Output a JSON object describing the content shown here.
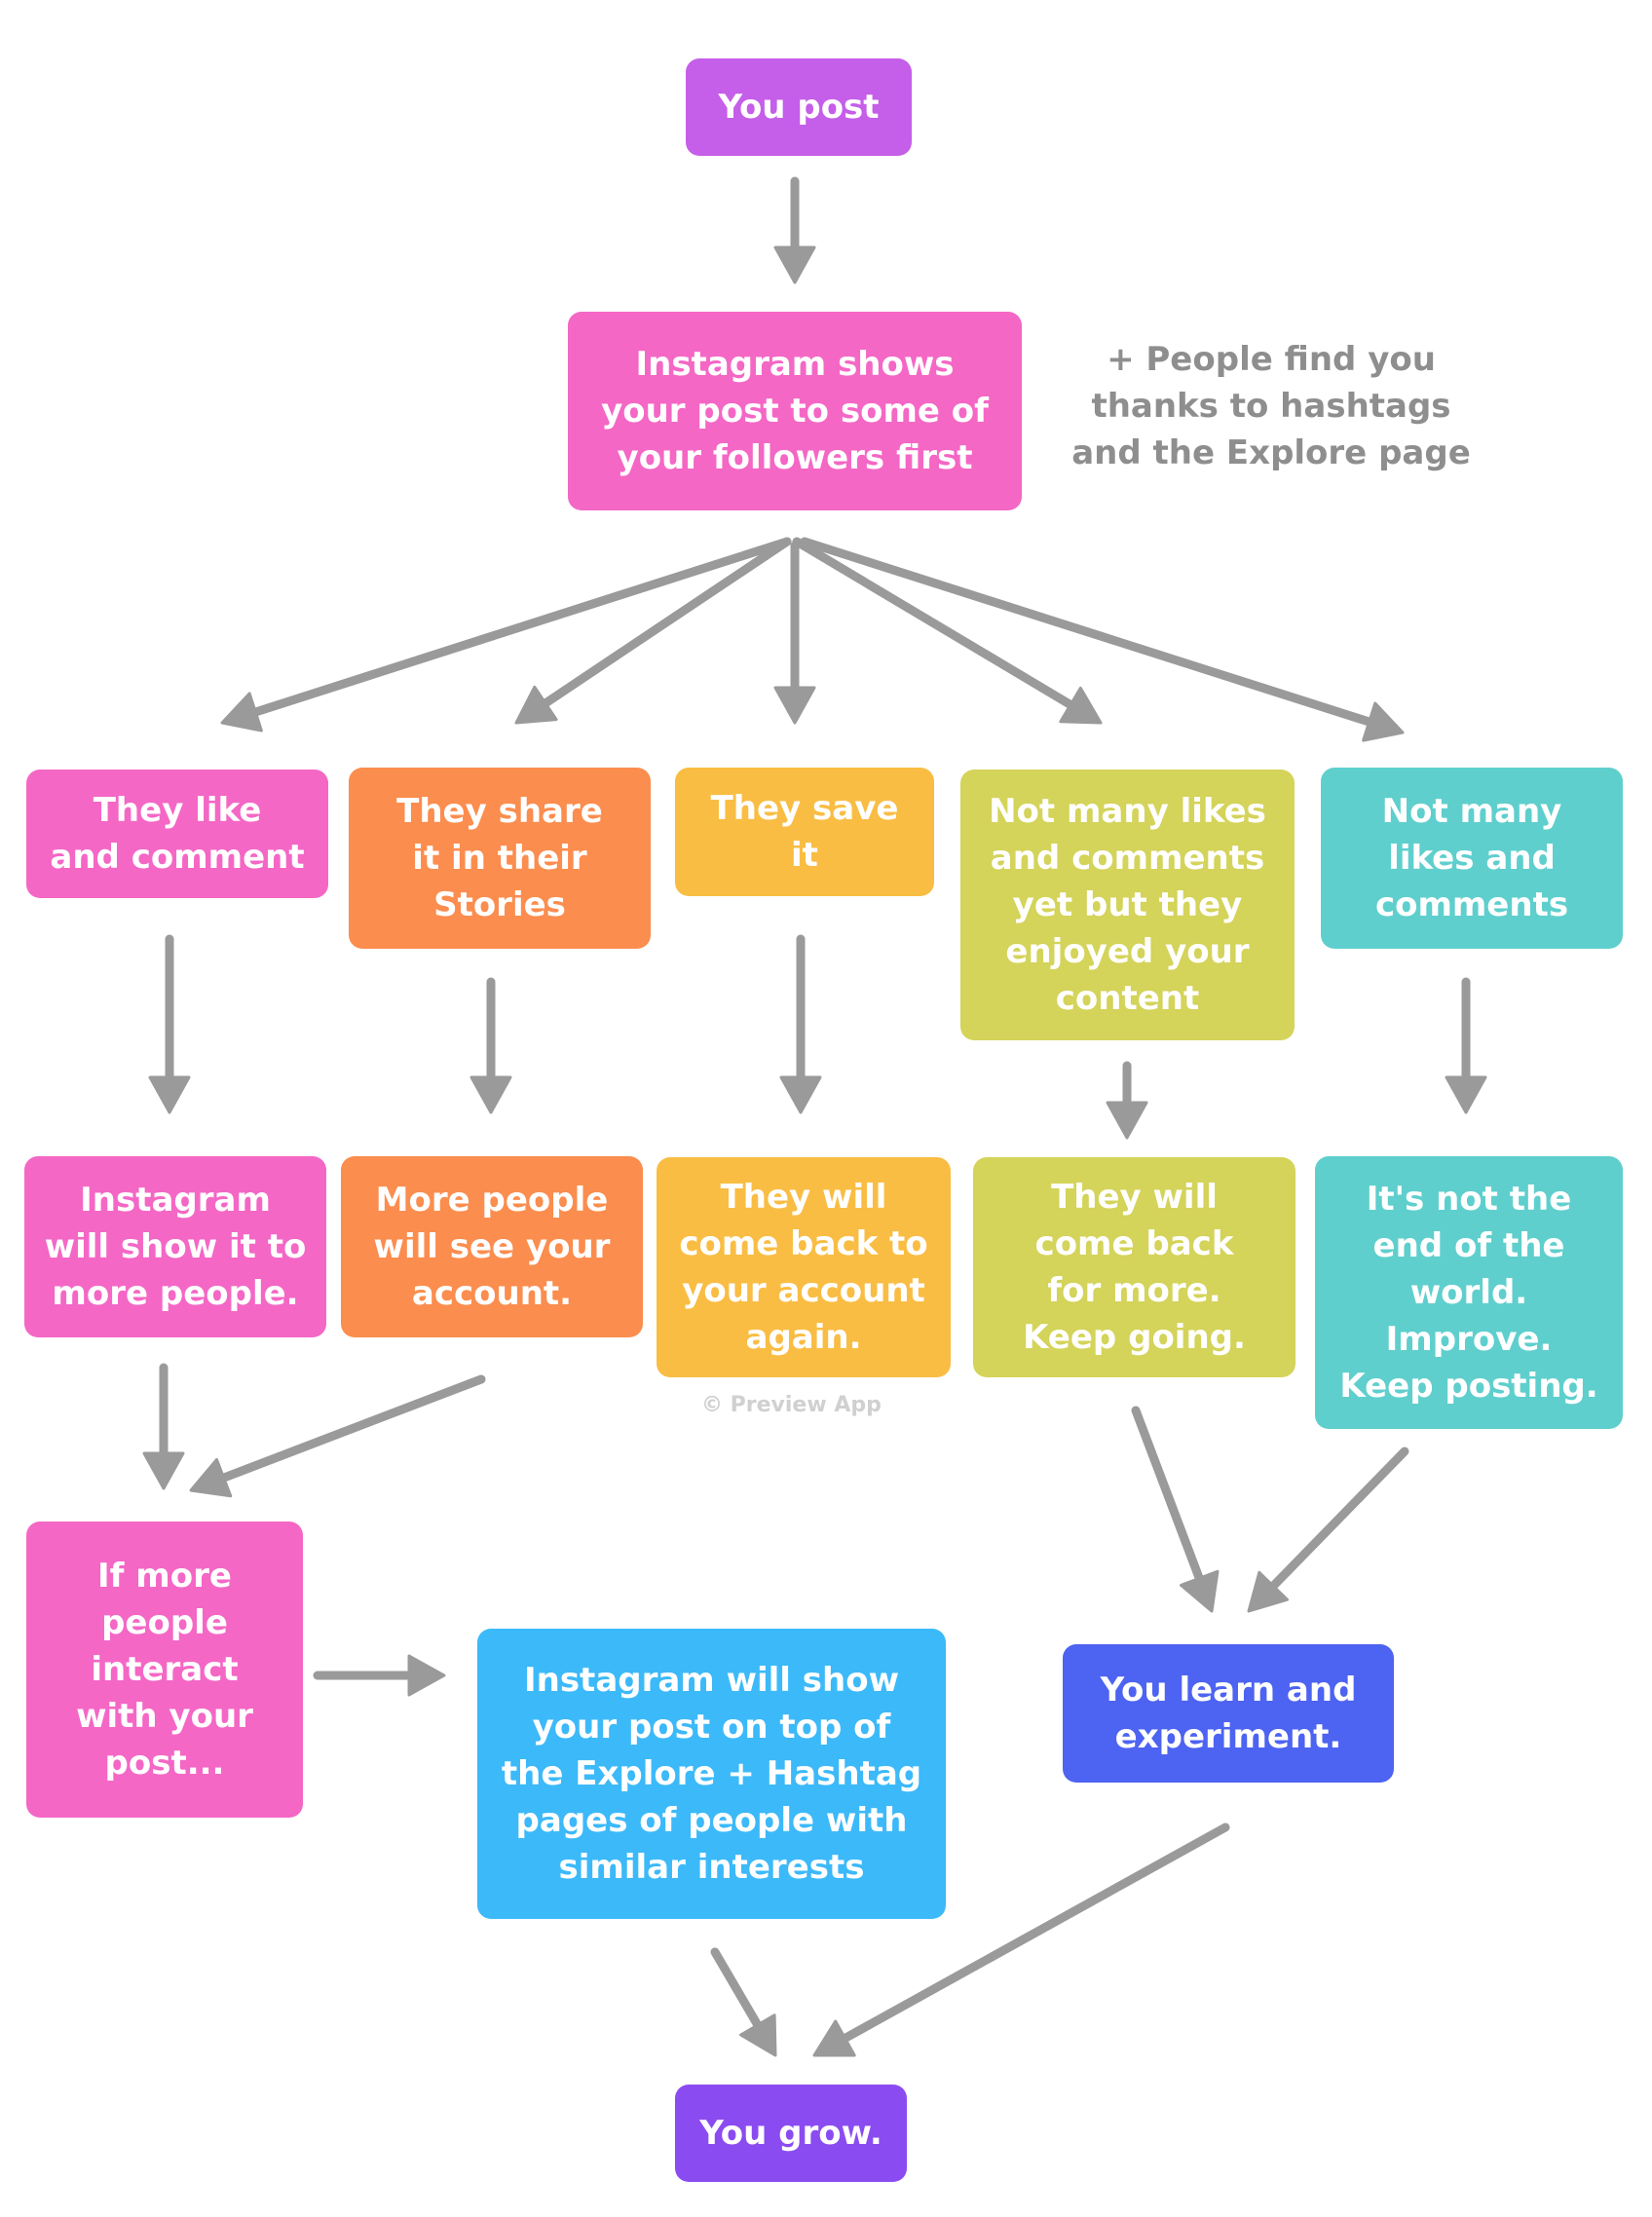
{
  "colors": {
    "purple": "#c55ee8",
    "pink": "#f467c5",
    "orange": "#fb8d4e",
    "gold": "#f9bd44",
    "olive": "#d4d35a",
    "teal": "#5fcfcd",
    "sky": "#3cb9f9",
    "blue": "#4d63f1",
    "violet": "#8a4cf0",
    "arrow": "#9a9a9a"
  },
  "nodes": {
    "you_post": "You post",
    "instagram_shows": "Instagram shows\nyour post to some of\nyour followers first",
    "like_comment": "They like\nand comment",
    "share_stories": "They share\nit in their\nStories",
    "save_it": "They save\nit",
    "enjoyed": "Not many likes\nand comments\nyet but they\nenjoyed your\ncontent",
    "not_many": "Not many\nlikes and\ncomments",
    "show_more": "Instagram\nwill show it to\nmore people.",
    "see_account": "More people\nwill see your\naccount.",
    "come_back_again": "They will\ncome back to\nyour account\nagain.",
    "come_back_more": "They will\ncome back\nfor more.\nKeep going.",
    "not_end": "It's not the\nend of the\nworld.\nImprove.\nKeep posting.",
    "if_more": "If more\npeople\ninteract\nwith your\npost...",
    "explore": "Instagram will show\nyour post on top of\nthe Explore + Hashtag\npages of people with\nsimilar interests",
    "learn": "You learn and\nexperiment.",
    "grow": "You grow."
  },
  "note": "+ People find you\nthanks to hashtags\nand the Explore page",
  "watermark": "© Preview App"
}
